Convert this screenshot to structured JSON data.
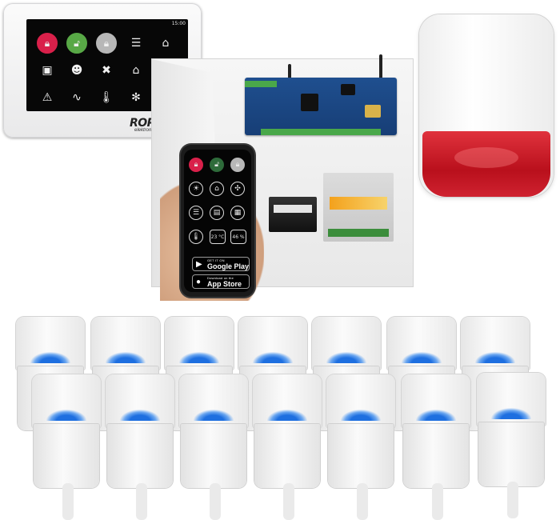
{
  "keypad": {
    "clock": "15:00",
    "brand": "ROPAM",
    "brand_sub": "elektronik",
    "icons": [
      "lock-red",
      "lock-green",
      "lock-grey",
      "list",
      "home",
      "camera",
      "users",
      "tools",
      "house",
      "clock",
      "warning",
      "ai",
      "thermometer",
      "settings",
      "info"
    ]
  },
  "phone": {
    "temperature": "23 °C",
    "humidity": "46 %",
    "google_play_small": "GET IT ON",
    "google_play_big": "Google Play",
    "app_store_small": "Download on the",
    "app_store_big": "App Store"
  },
  "colors": {
    "accent_red": "#d9204a",
    "accent_green": "#58a846",
    "pcb_blue": "#1f4f8f",
    "siren_red": "#c8141f",
    "pir_lens_blue": "#1e6fe0"
  }
}
